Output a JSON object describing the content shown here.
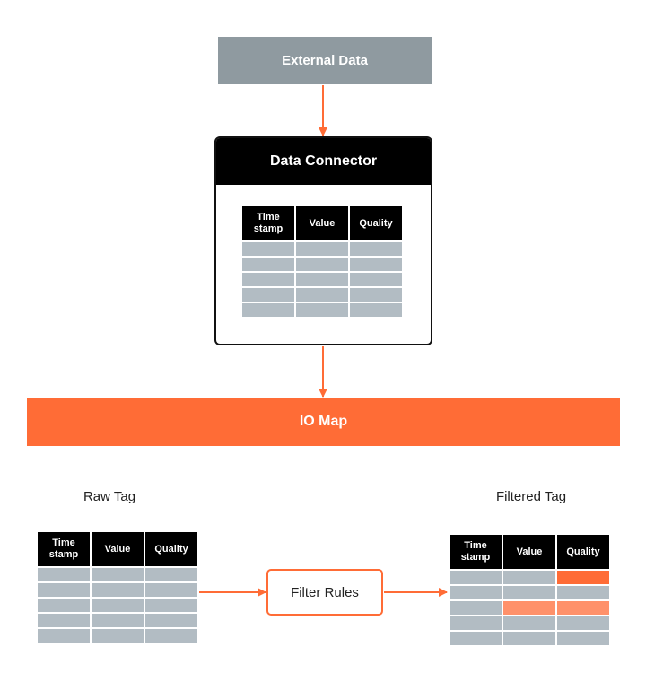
{
  "external_data": {
    "label": "External Data"
  },
  "data_connector": {
    "title": "Data Connector",
    "table": {
      "columns": [
        "Time\nstamp",
        "Value",
        "Quality"
      ],
      "row_count": 5
    }
  },
  "io_map": {
    "label": "IO Map"
  },
  "raw_tag": {
    "label": "Raw Tag",
    "table": {
      "columns": [
        "Time\nstamp",
        "Value",
        "Quality"
      ],
      "row_count": 5
    }
  },
  "filter_rules": {
    "label": "Filter Rules"
  },
  "filtered_tag": {
    "label": "Filtered Tag",
    "table": {
      "columns": [
        "Time\nstamp",
        "Value",
        "Quality"
      ],
      "row_count": 5
    }
  },
  "colors": {
    "accent": "#ff6c36",
    "accent_light": "#ff916a",
    "gray_box": "#8f9aa0",
    "cell": "#b2bcc3",
    "header": "#000000"
  }
}
